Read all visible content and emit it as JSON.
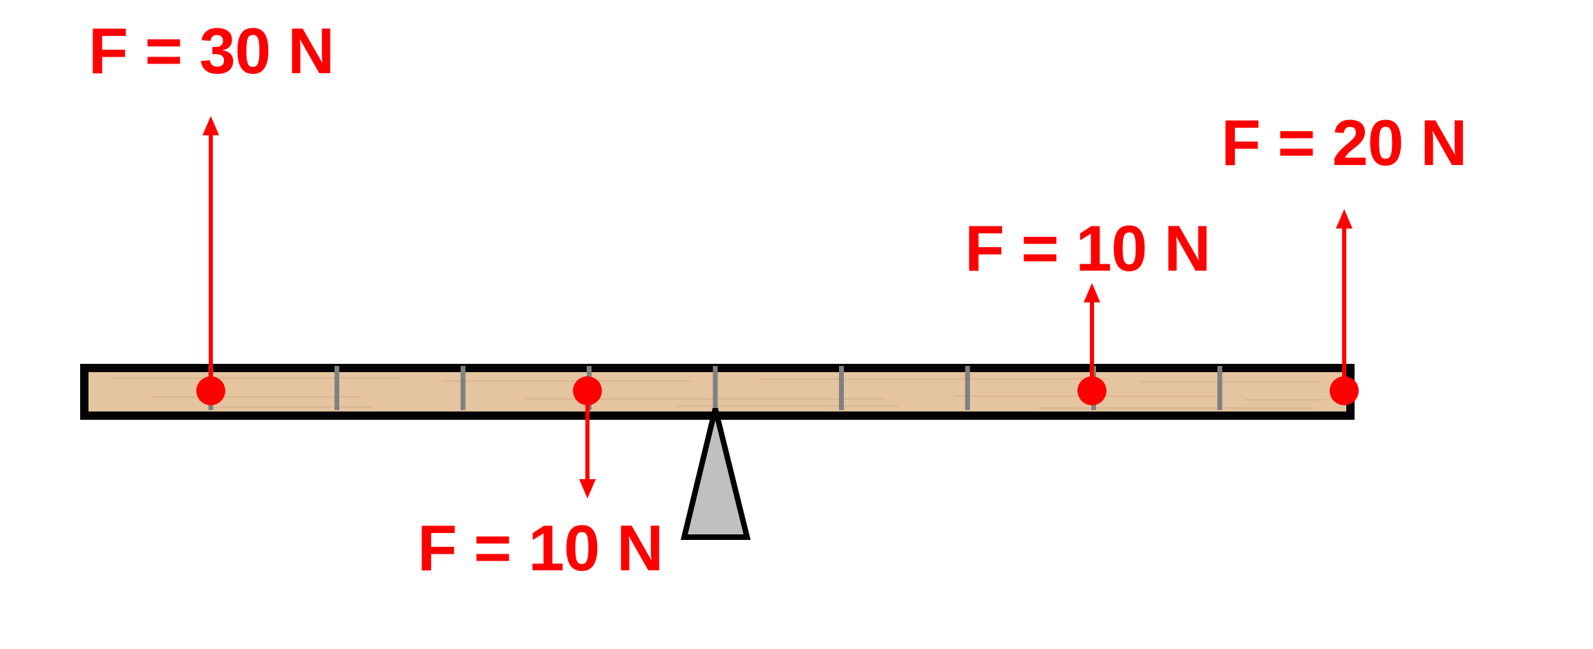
{
  "diagram": {
    "colors": {
      "force": "#ff0000",
      "beam_fill": "#e5c4a0",
      "beam_grain": "#d2a67a",
      "beam_border": "#000000",
      "tick": "#808080",
      "fulcrum_fill": "#c0c0c0",
      "fulcrum_border": "#000000"
    },
    "beam": {
      "tick_count": 9
    },
    "forces": [
      {
        "label": "F = 30 N",
        "direction": "up"
      },
      {
        "label": "F = 10 N",
        "direction": "down"
      },
      {
        "label": "F = 10 N",
        "direction": "up"
      },
      {
        "label": "F = 20 N",
        "direction": "up"
      }
    ]
  }
}
